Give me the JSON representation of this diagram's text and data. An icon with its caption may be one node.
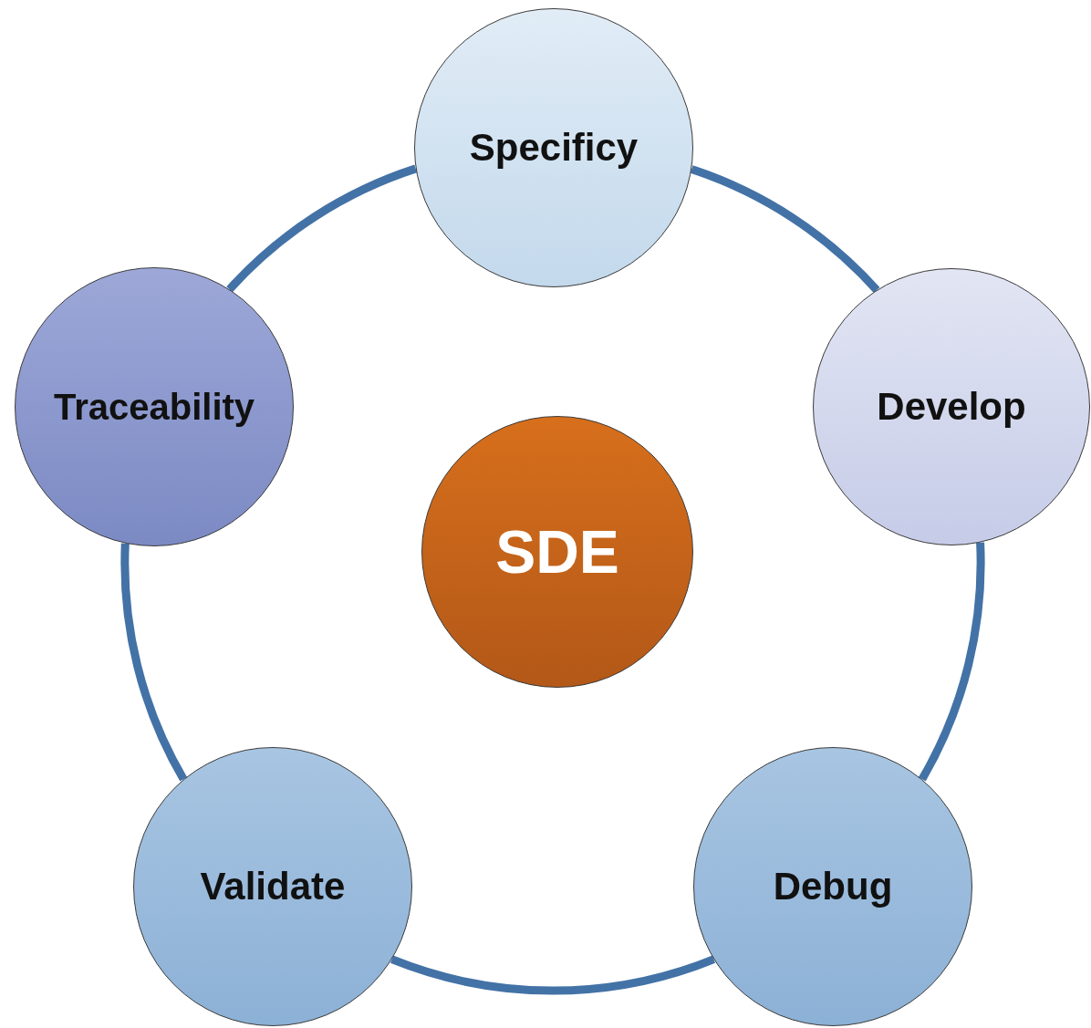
{
  "diagram": {
    "nodes": [
      {
        "text": [
          "Specificy"
        ]
      },
      {
        "text": [
          "Traceability"
        ]
      },
      {
        "text": [
          "Develop"
        ]
      },
      {
        "text": [
          "SDE"
        ]
      },
      {
        "text": [
          "Validate"
        ]
      },
      {
        "text": [
          "Debug"
        ]
      }
    ],
    "edges": [
      {
        "from": 0,
        "to": 2,
        "arrow": "none"
      },
      {
        "from": 2,
        "to": 5,
        "arrow": "none"
      },
      {
        "from": 5,
        "to": 4,
        "arrow": "none"
      },
      {
        "from": 4,
        "to": 1,
        "arrow": "none"
      },
      {
        "from": 1,
        "to": 0,
        "arrow": "none"
      }
    ]
  }
}
